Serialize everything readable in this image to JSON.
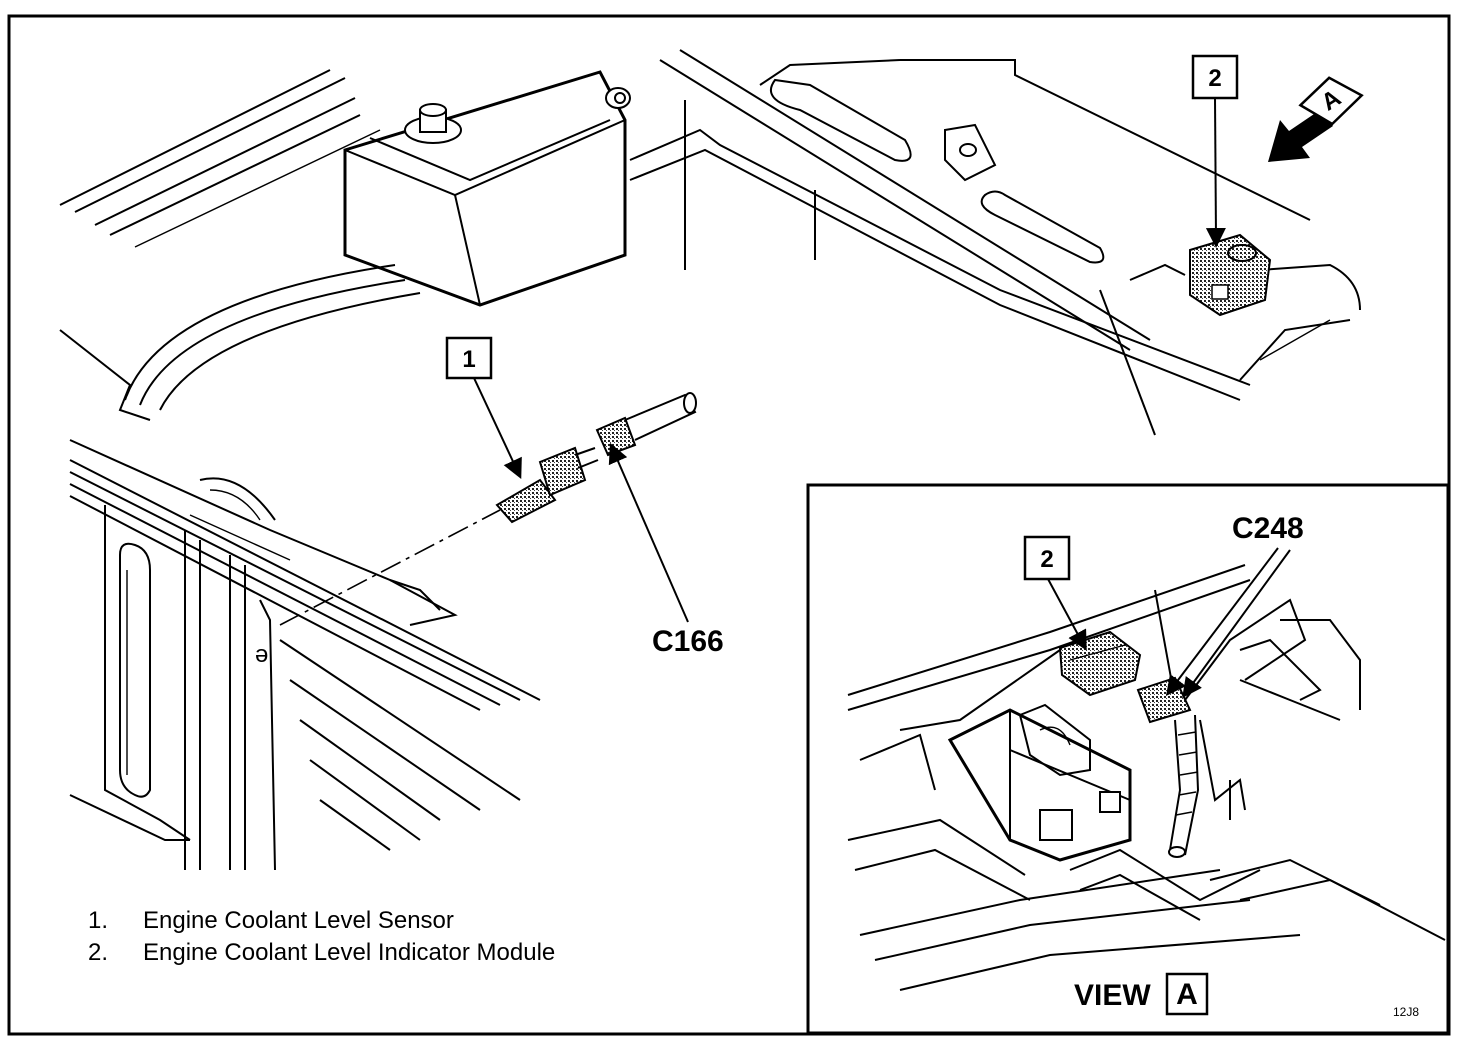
{
  "callouts": {
    "main_1": "1",
    "main_2": "2",
    "inset_2": "2"
  },
  "view_marker": {
    "arrow_letter": "A"
  },
  "connectors": {
    "c166": "C166",
    "c248": "C248"
  },
  "legend": [
    {
      "number": "1.",
      "label": "Engine Coolant Level Sensor"
    },
    {
      "number": "2.",
      "label": "Engine Coolant Level Indicator Module"
    }
  ],
  "inset": {
    "view_label": "VIEW",
    "view_letter": "A"
  },
  "figure_id": "12J8"
}
